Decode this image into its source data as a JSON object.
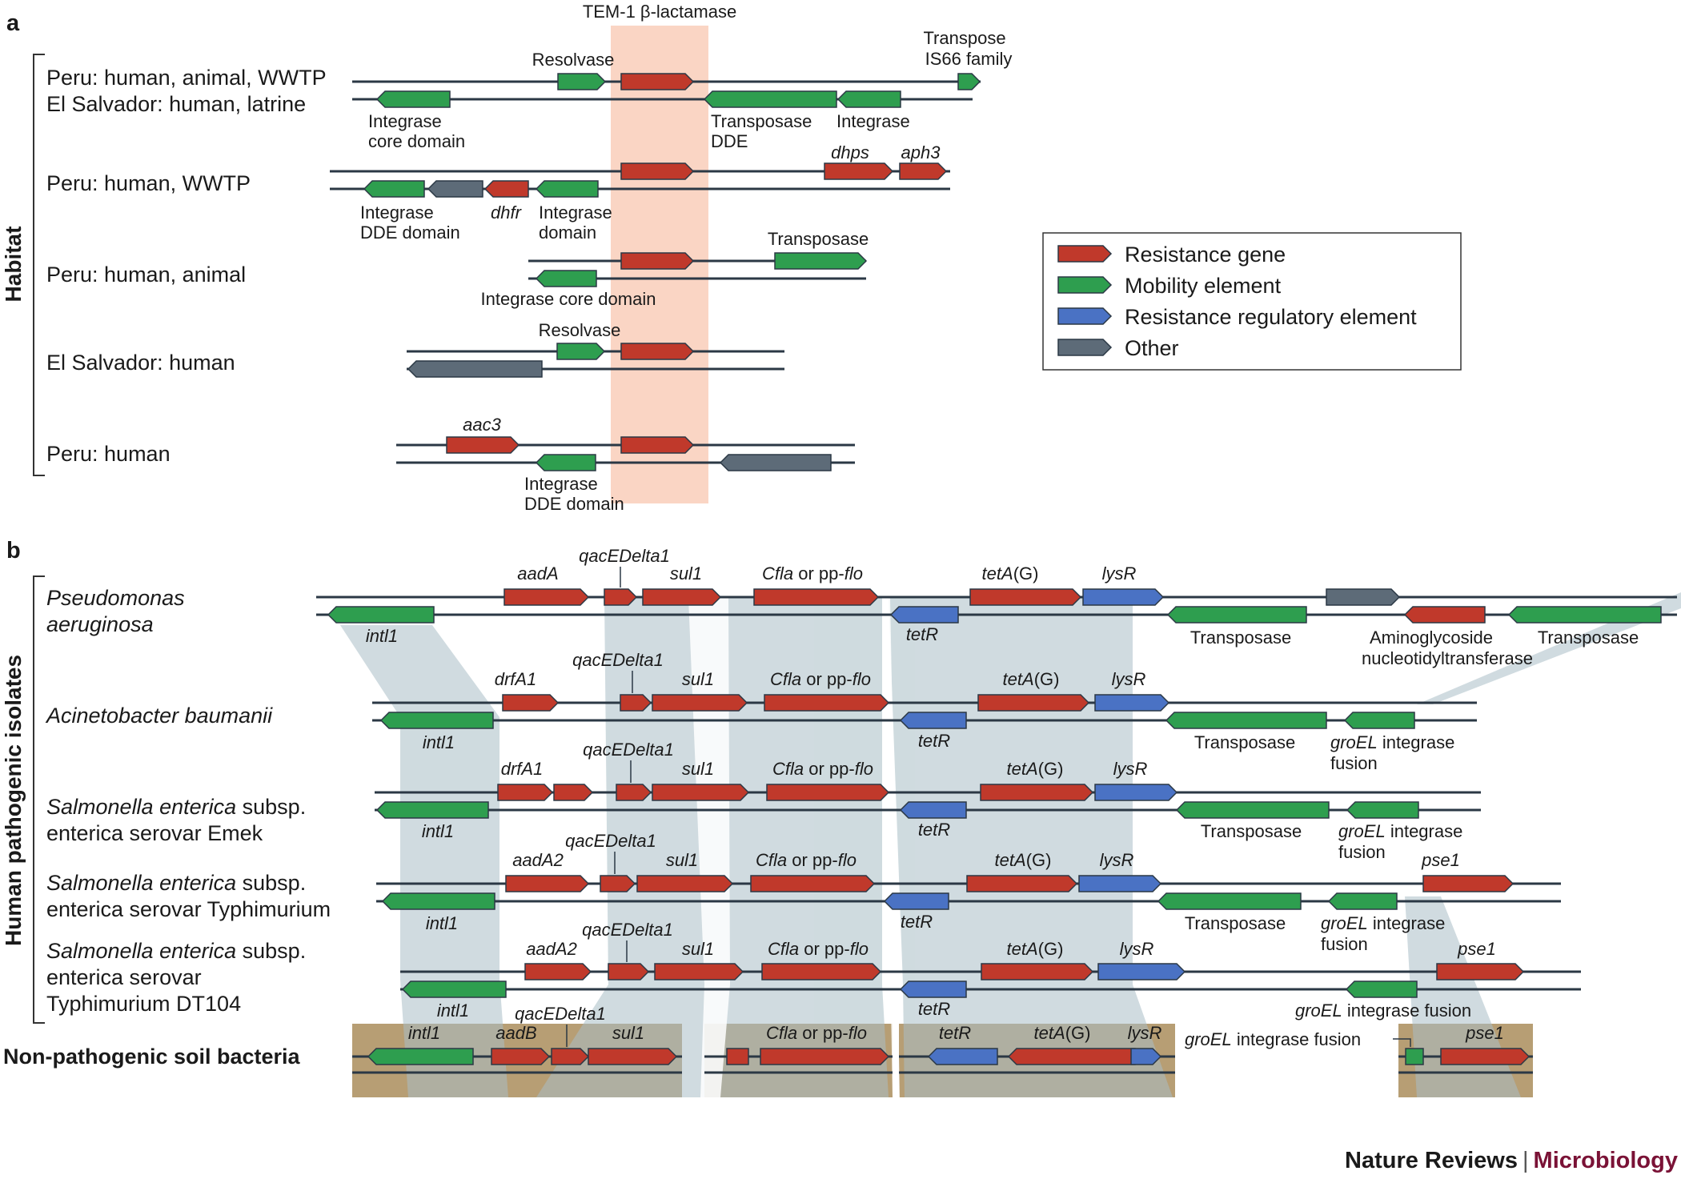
{
  "panel_a": {
    "label": "a",
    "axis_title": "Habitat",
    "highlight_title": "TEM-1 β-lactamase",
    "rows": [
      {
        "title_lines": [
          "Peru: human, animal, WWTP",
          "El Salvador: human, latrine"
        ]
      },
      {
        "title_lines": [
          "Peru: human, WWTP"
        ]
      },
      {
        "title_lines": [
          "Peru: human, animal"
        ]
      },
      {
        "title_lines": [
          "El Salvador: human"
        ]
      },
      {
        "title_lines": [
          "Peru: human"
        ]
      }
    ],
    "gene_labels": {
      "resolvase_1": "Resolvase",
      "transpose_1": "Transpose",
      "is66": "IS66 family",
      "integrase_core_1a": "Integrase",
      "integrase_core_1b": "core domain",
      "transposase_dde_a": "Transposase",
      "transposase_dde_b": "DDE",
      "integrase_1": "Integrase",
      "dhps": "dhps",
      "aph3": "aph3",
      "integrase_dde_2a": "Integrase",
      "integrase_dde_2b": "DDE domain",
      "dhfr": "dhfr",
      "integrase_domain_2a": "Integrase",
      "integrase_domain_2b": "domain",
      "transposase_3": "Transposase",
      "integrase_core_3": "Integrase core domain",
      "resolvase_4": "Resolvase",
      "aac3": "aac3",
      "integrase_dde_5a": "Integrase",
      "integrase_dde_5b": "DDE domain"
    }
  },
  "legend": {
    "items": [
      {
        "label": "Resistance gene",
        "color": "#c0392b"
      },
      {
        "label": "Mobility element",
        "color": "#2e9e4f"
      },
      {
        "label": "Resistance regulatory element",
        "color": "#4a72c4"
      },
      {
        "label": "Other",
        "color": "#5d6b78"
      }
    ]
  },
  "panel_b": {
    "label": "b",
    "axis_title": "Human pathogenic isolates",
    "organisms": [
      {
        "italic": "Pseudomonas",
        "rest": "",
        "line2": "aeruginosa",
        "line2_italic": true
      },
      {
        "italic": "Acinetobacter baumanii",
        "rest": ""
      },
      {
        "italic": "Salmonella enterica",
        "rest": " subsp.",
        "line2": "enterica serovar Emek"
      },
      {
        "italic": "Salmonella enterica",
        "rest": " subsp.",
        "line2": "enterica serovar Typhimurium"
      },
      {
        "italic": "Salmonella enterica",
        "rest": " subsp.",
        "line2": "enterica serovar",
        "line3": "Typhimurium DT104"
      }
    ],
    "soil_title": "Non-pathogenic soil bacteria",
    "labels": {
      "intl1": "intl1",
      "aadA": "aadA",
      "aadA2": "aadA2",
      "aadB": "aadB",
      "qac": "qacEDelta1",
      "sul1": "sul1",
      "cfla_it": "Cfla",
      "cfla_rest": " or pp-",
      "flo_it": "flo",
      "tetA_it": "tetA",
      "tetA_rest": "(G)",
      "lysR": "lysR",
      "tetR": "tetR",
      "transposase": "Transposase",
      "aminoglycoside_a": "Aminoglycoside",
      "aminoglycoside_b": "nucleotidyltransferase",
      "drfA1": "drfA1",
      "groel_it": "groEL",
      "groel_rest": " integrase",
      "groel_rest_fusion": " integrase fusion",
      "fusion": "fusion",
      "pse1": "pse1"
    }
  },
  "footer": {
    "journal": "Nature Reviews",
    "separator": "|",
    "subject": "Microbiology"
  }
}
